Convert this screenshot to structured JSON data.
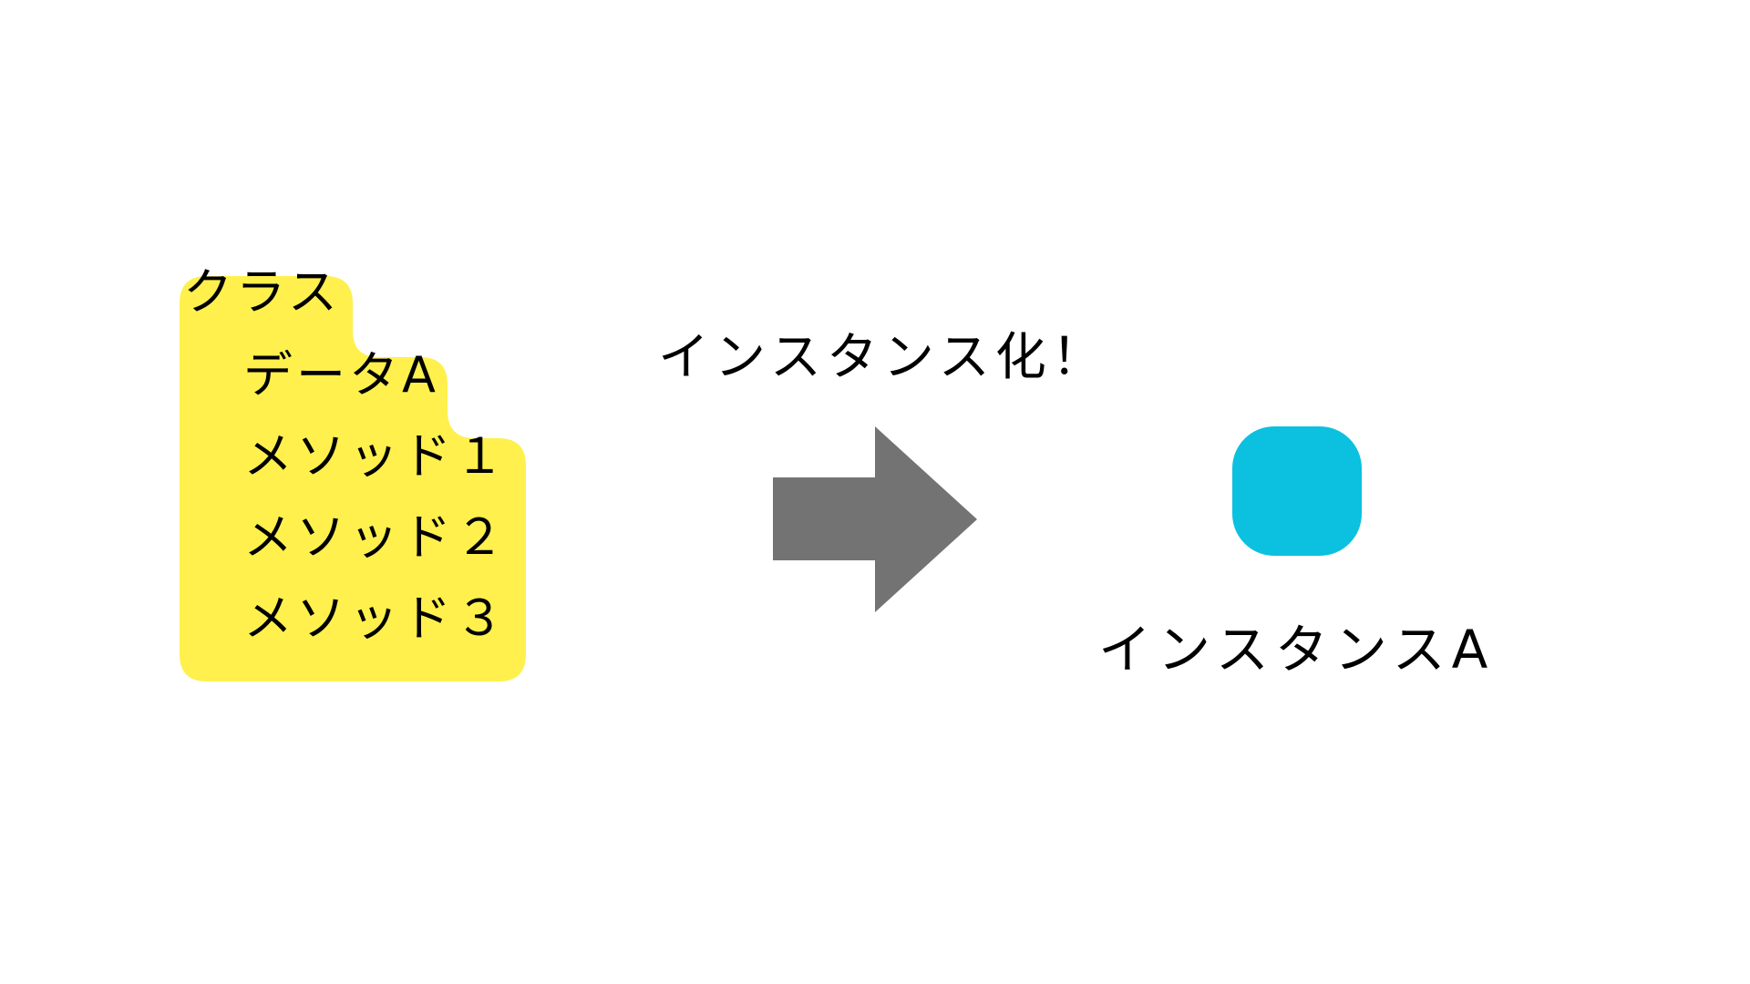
{
  "colors": {
    "background": "#FFFFFF",
    "class_fill": "#FFF04D",
    "arrow_fill": "#737373",
    "instance_fill": "#0CC0DF",
    "text": "#000000"
  },
  "class_block": {
    "title": "クラス",
    "members": [
      {
        "kind": "data",
        "label": "データA"
      },
      {
        "kind": "method",
        "label": "メソッド１"
      },
      {
        "kind": "method",
        "label": "メソッド２"
      },
      {
        "kind": "method",
        "label": "メソッド３"
      }
    ]
  },
  "transition": {
    "caption": "インスタンス化！",
    "arrow_icon": "right-arrow-icon"
  },
  "instance": {
    "shape_icon": "rounded-square",
    "label": "インスタンスA"
  }
}
